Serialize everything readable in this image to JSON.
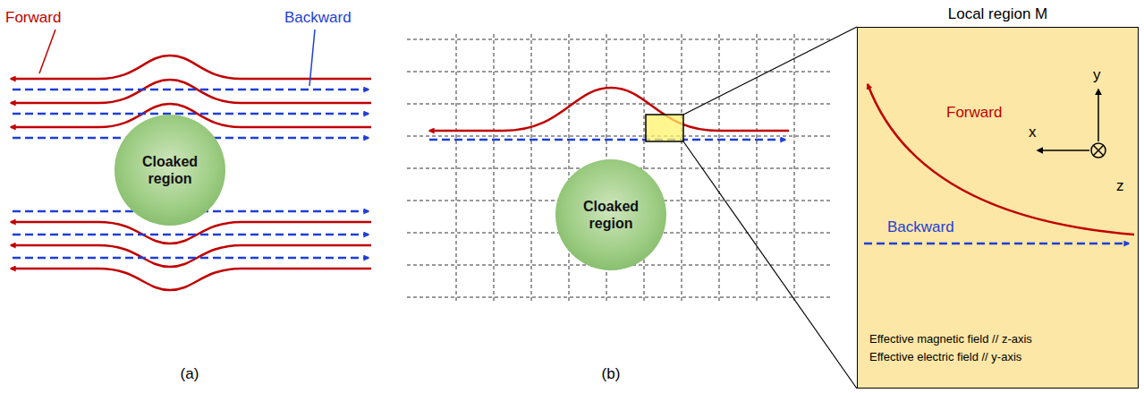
{
  "diagram": {
    "nodes": [
      {
        "text": [
          "Cloaked region"
        ]
      },
      {
        "text": [
          "Cloaked region"
        ]
      },
      {
        "text": [
          "Local region M"
        ]
      }
    ],
    "labels": [
      "Forward",
      "Backward",
      "(a)",
      "Forward",
      "Backward",
      "x",
      "y",
      "z",
      "Effective magnetic field // z-axis",
      "Effective electric field // y-axis",
      "(b)"
    ]
  }
}
